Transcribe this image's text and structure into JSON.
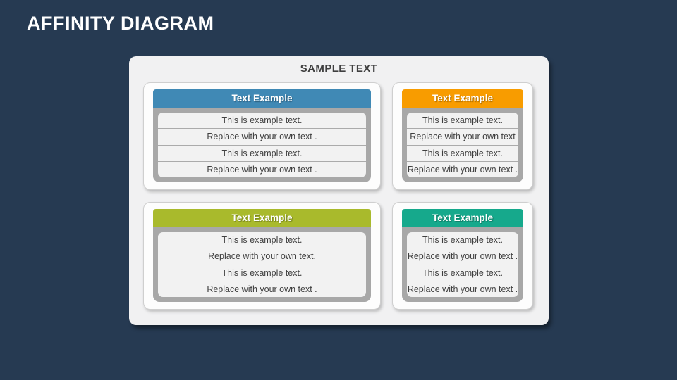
{
  "slide": {
    "title": "AFFINITY DIAGRAM"
  },
  "panel": {
    "heading": "SAMPLE TEXT"
  },
  "cards": [
    {
      "position": "top-left",
      "header": "Text Example",
      "header_color": "#4089b5",
      "rows": [
        "This is example text.",
        "Replace with your own text .",
        "This is example text.",
        "Replace with your own text ."
      ]
    },
    {
      "position": "top-right",
      "header": "Text Example",
      "header_color": "#f89c00",
      "rows": [
        "This is example text.",
        "Replace with your own text",
        "This is example text.",
        "Replace with your own text ."
      ]
    },
    {
      "position": "bottom-left",
      "header": "Text Example",
      "header_color": "#a9ba2c",
      "rows": [
        "This is example text.",
        "Replace with your own text.",
        "This is example text.",
        "Replace with your own text ."
      ]
    },
    {
      "position": "bottom-right",
      "header": "Text Example",
      "header_color": "#16a98c",
      "rows": [
        "This is example text.",
        "Replace with your own text .",
        "This is example text.",
        "Replace with your own text ."
      ]
    }
  ],
  "colors": {
    "background": "#263a52",
    "panel": "#f1f1f2",
    "card_frame_gray": "#a8a8a8",
    "row_background": "#f2f2f2",
    "body_text": "#3f3f3f",
    "title_text": "#ffffff",
    "header_blue": "#4089b5",
    "header_orange": "#f89c00",
    "header_green": "#a9ba2c",
    "header_teal": "#16a98c"
  }
}
